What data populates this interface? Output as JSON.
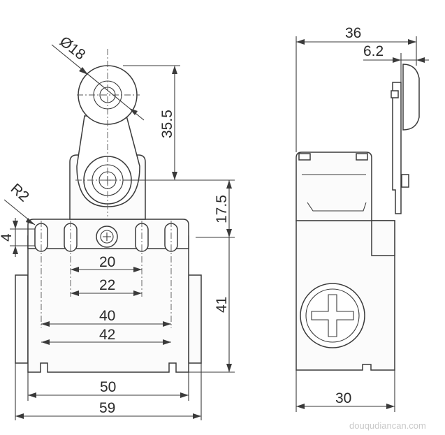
{
  "dimensions": {
    "roller_diameter": "Ø18",
    "arm_length": "35.5",
    "pivot_height": "17.5",
    "corner_radius": "R2",
    "slot_height": "4",
    "inner_slot_pitch": "20",
    "inner_pitch_outer": "22",
    "outer_slot_pitch": "40",
    "outer_pitch_outer": "42",
    "body_height": "41",
    "body_width": "50",
    "overall_width": "59",
    "overall_depth": "36",
    "roller_offset": "6.2",
    "body_depth": "30"
  },
  "watermark": "douqudiancan.com",
  "colors": {
    "line": "#3a3a3a",
    "background": "#ffffff",
    "watermark": "#c9c9c9"
  }
}
